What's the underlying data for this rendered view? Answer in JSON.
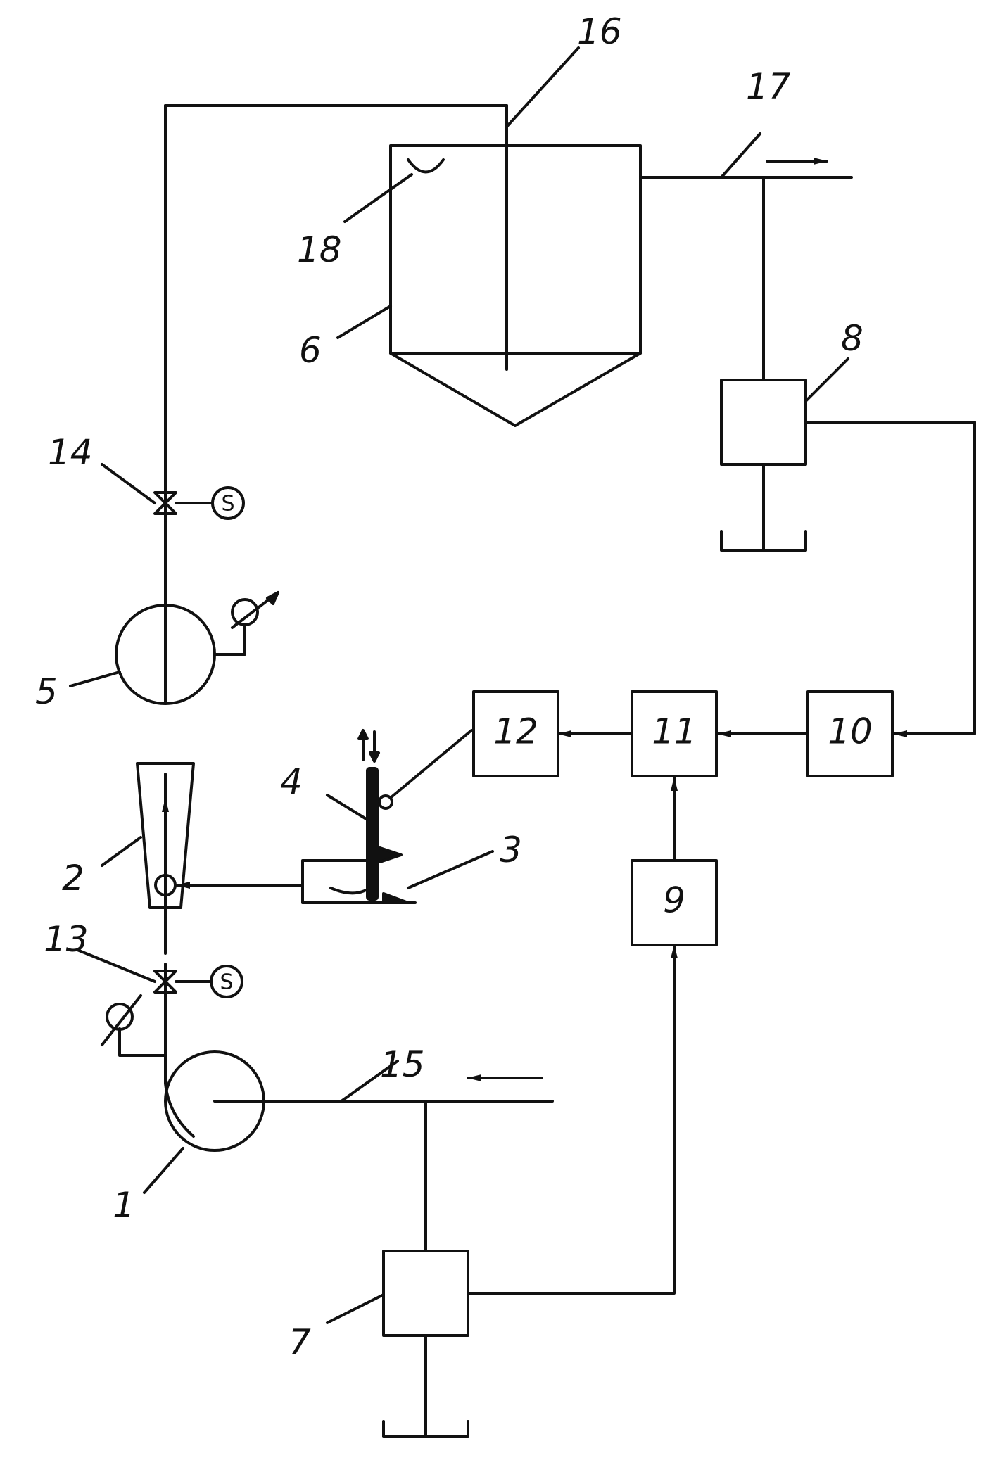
{
  "labels": {
    "n1": "1",
    "n2": "2",
    "n3": "3",
    "n4": "4",
    "n5": "5",
    "n6": "6",
    "n7": "7",
    "n8": "8",
    "n9": "9",
    "n10": "10",
    "n11": "11",
    "n12": "12",
    "n13": "13",
    "n14": "14",
    "n15": "15",
    "n16": "16",
    "n17": "17",
    "n18": "18"
  },
  "valve_actuator_symbol": "S"
}
